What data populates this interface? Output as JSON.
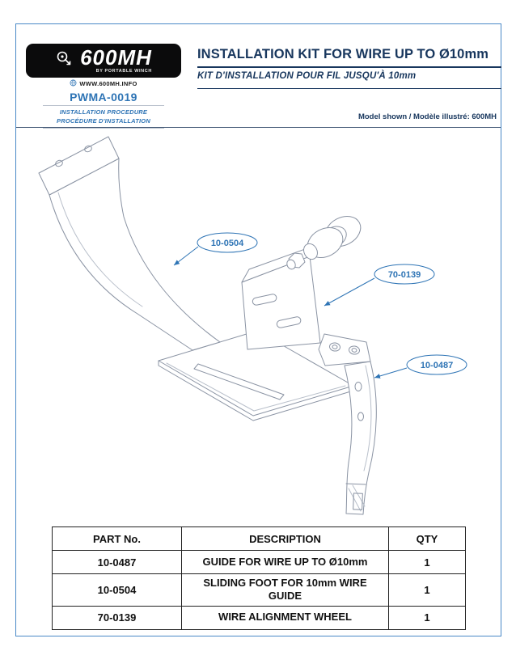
{
  "header": {
    "logo": {
      "brand": "600MH",
      "tagline": "BY PORTABLE WINCH",
      "website": "WWW.600MH.INFO",
      "doc_code": "PWMA-0019",
      "procedure_en": "INSTALLATION PROCEDURE",
      "procedure_fr": "PROCÉDURE D'INSTALLATION"
    },
    "title_en": "INSTALLATION KIT FOR WIRE UP TO Ø10mm",
    "title_fr": "KIT D'INSTALLATION POUR FIL JUSQU'À 10mm",
    "model_note": "Model shown / Modèle illustré: 600MH"
  },
  "diagram": {
    "labels": [
      {
        "part": "10-0504"
      },
      {
        "part": "70-0139"
      },
      {
        "part": "10-0487"
      }
    ]
  },
  "parts_table": {
    "headers": [
      "PART No.",
      "DESCRIPTION",
      "QTY"
    ],
    "rows": [
      [
        "10-0487",
        "GUIDE FOR WIRE UP TO Ø10mm",
        "1"
      ],
      [
        "10-0504",
        "SLIDING FOOT FOR 10mm WIRE GUIDE",
        "1"
      ],
      [
        "70-0139",
        "WIRE ALIGNMENT WHEEL",
        "1"
      ]
    ]
  },
  "colors": {
    "navy": "#17365d",
    "accent_blue": "#2e74b5",
    "page_border_blue": "#4a89c7",
    "drawing_line_gray": "#8a93a3"
  }
}
